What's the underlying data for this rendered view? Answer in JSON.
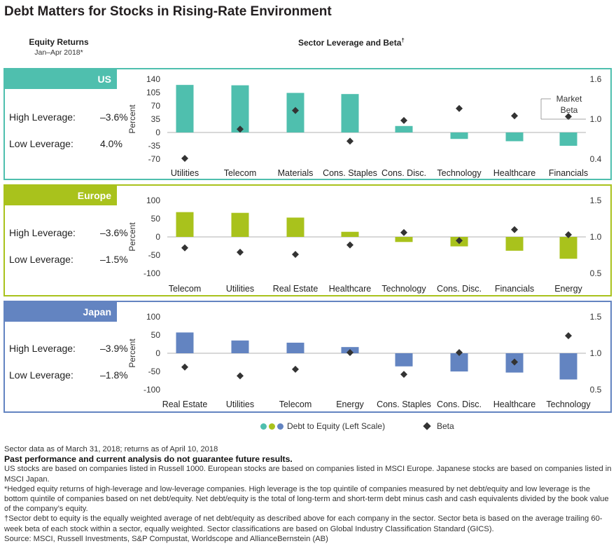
{
  "title": "Debt Matters for Stocks in Rising-Rate Environment",
  "equity_header": {
    "title": "Equity Returns",
    "subtitle": "Jan–Apr 2018*"
  },
  "sector_header": {
    "title": "Sector Leverage and Beta",
    "marker": "†"
  },
  "colors": {
    "us": "#4fbfae",
    "europe": "#a9c21c",
    "japan": "#6384c1",
    "beta": "#333333"
  },
  "panels": [
    {
      "region": "US",
      "high_label": "High Leverage:",
      "high_value": "–3.6%",
      "low_label": "Low Leverage:",
      "low_value": "4.0%"
    },
    {
      "region": "Europe",
      "high_label": "High Leverage:",
      "high_value": "–3.6%",
      "low_label": "Low Leverage:",
      "low_value": "–1.5%"
    },
    {
      "region": "Japan",
      "high_label": "High Leverage:",
      "high_value": "–3.9%",
      "low_label": "Low Leverage:",
      "low_value": "–1.8%"
    }
  ],
  "market_beta_label": [
    "Market",
    "Beta"
  ],
  "legend": {
    "debt": "Debt to Equity (Left Scale)",
    "beta": "Beta"
  },
  "chart_data": [
    {
      "type": "bar",
      "region": "US",
      "categories": [
        "Utilities",
        "Telecom",
        "Materials",
        "Cons. Staples",
        "Cons. Disc.",
        "Technology",
        "Healthcare",
        "Financials"
      ],
      "series": [
        {
          "name": "Debt to Equity (Left Scale)",
          "values": [
            125,
            124,
            104,
            101,
            17,
            -17,
            -23,
            -35
          ]
        },
        {
          "name": "Beta",
          "values": [
            0.41,
            0.85,
            1.13,
            0.67,
            0.98,
            1.16,
            1.05,
            1.04
          ]
        }
      ],
      "ylabel": "Percent",
      "ylim": [
        -70,
        140
      ],
      "yticks": [
        140,
        105,
        70,
        35,
        0,
        -35,
        -70
      ],
      "y2lim": [
        0.4,
        1.6
      ],
      "y2ticks": [
        1.6,
        1.0,
        0.4
      ],
      "y2ticklabels": [
        "1.6",
        "1.0",
        "0.4"
      ],
      "market_beta": 1.0
    },
    {
      "type": "bar",
      "region": "Europe",
      "categories": [
        "Telecom",
        "Utilities",
        "Real Estate",
        "Healthcare",
        "Technology",
        "Cons. Disc.",
        "Financials",
        "Energy"
      ],
      "series": [
        {
          "name": "Debt to Equity (Left Scale)",
          "values": [
            68,
            66,
            53,
            14,
            -14,
            -26,
            -38,
            -60
          ]
        },
        {
          "name": "Beta",
          "values": [
            0.85,
            0.79,
            0.76,
            0.89,
            1.06,
            0.95,
            1.1,
            1.03
          ]
        }
      ],
      "ylabel": "Percent",
      "ylim": [
        -100,
        100
      ],
      "yticks": [
        100,
        50,
        0,
        -50,
        -100
      ],
      "y2lim": [
        0.5,
        1.5
      ],
      "y2ticks": [
        1.5,
        1.0,
        0.5
      ],
      "y2ticklabels": [
        "1.5",
        "1.0",
        "0.5"
      ]
    },
    {
      "type": "bar",
      "region": "Japan",
      "categories": [
        "Real Estate",
        "Utilities",
        "Telecom",
        "Energy",
        "Cons. Staples",
        "Cons. Disc.",
        "Healthcare",
        "Technology"
      ],
      "series": [
        {
          "name": "Debt to Equity (Left Scale)",
          "values": [
            57,
            35,
            29,
            17,
            -36,
            -50,
            -53,
            -72
          ]
        },
        {
          "name": "Beta",
          "values": [
            0.81,
            0.69,
            0.78,
            1.01,
            0.71,
            1.01,
            0.88,
            1.24
          ]
        }
      ],
      "ylabel": "Percent",
      "ylim": [
        -100,
        100
      ],
      "yticks": [
        100,
        50,
        0,
        -50,
        -100
      ],
      "y2lim": [
        0.5,
        1.5
      ],
      "y2ticks": [
        1.5,
        1.0,
        0.5
      ],
      "y2ticklabels": [
        "1.5",
        "1.0",
        "0.5"
      ]
    }
  ],
  "notes": {
    "asof": "Sector data as of March 31, 2018; returns as of April 10, 2018",
    "disclaimer": "Past performance and current analysis do not guarantee future results.",
    "n1": "US stocks are based on companies listed in Russell 1000. European stocks are based on companies listed in MSCI Europe. Japanese stocks are based on companies listed in MSCI Japan.",
    "n2": "*Hedged equity returns of high-leverage and low-leverage companies. High leverage is the top quintile of companies measured by net debt/equity and low leverage is the bottom quintile of companies based on net debt/equity. Net debt/equity is the total of long-term and short-term debt minus cash and cash equivalents divided by the book value of the company’s equity.",
    "n3": "†Sector debt to equity is the equally weighted average of net debt/equity as described above for each company in the sector. Sector beta is based on the average trailing 60-week beta of each stock within a sector, equally weighted. Sector classifications are based on Global Industry Classification Standard (GICS).",
    "source": "Source: MSCI, Russell Investments, S&P Compustat, Worldscope and AllianceBernstein (AB)"
  }
}
